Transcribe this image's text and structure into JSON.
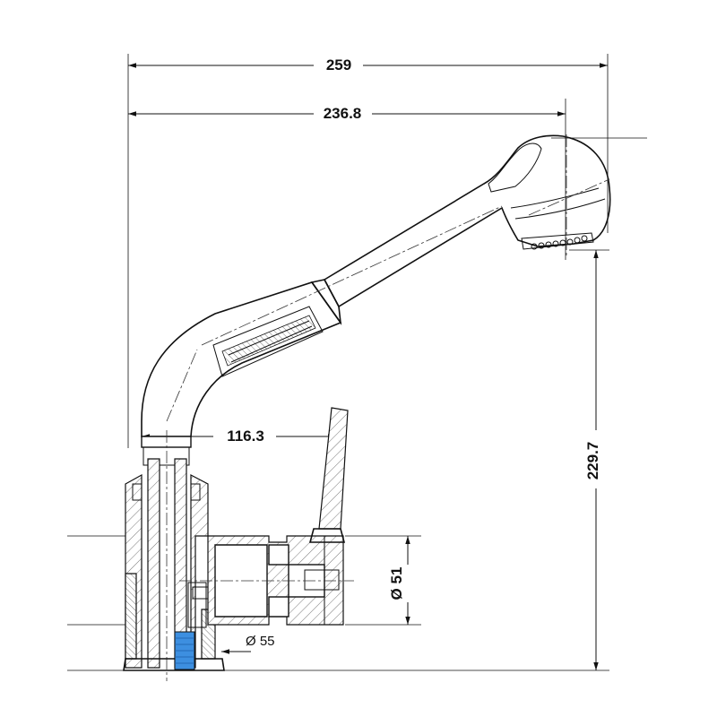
{
  "dimensions": {
    "overall_width": "259",
    "spout_reach": "236.8",
    "spout_offset": "116.3",
    "height": "229.7",
    "base_diameter": "Ø 51",
    "thread_diameter": "Ø 55"
  },
  "colors": {
    "line": "#111111",
    "hose_connector": "#3d8fe0"
  }
}
